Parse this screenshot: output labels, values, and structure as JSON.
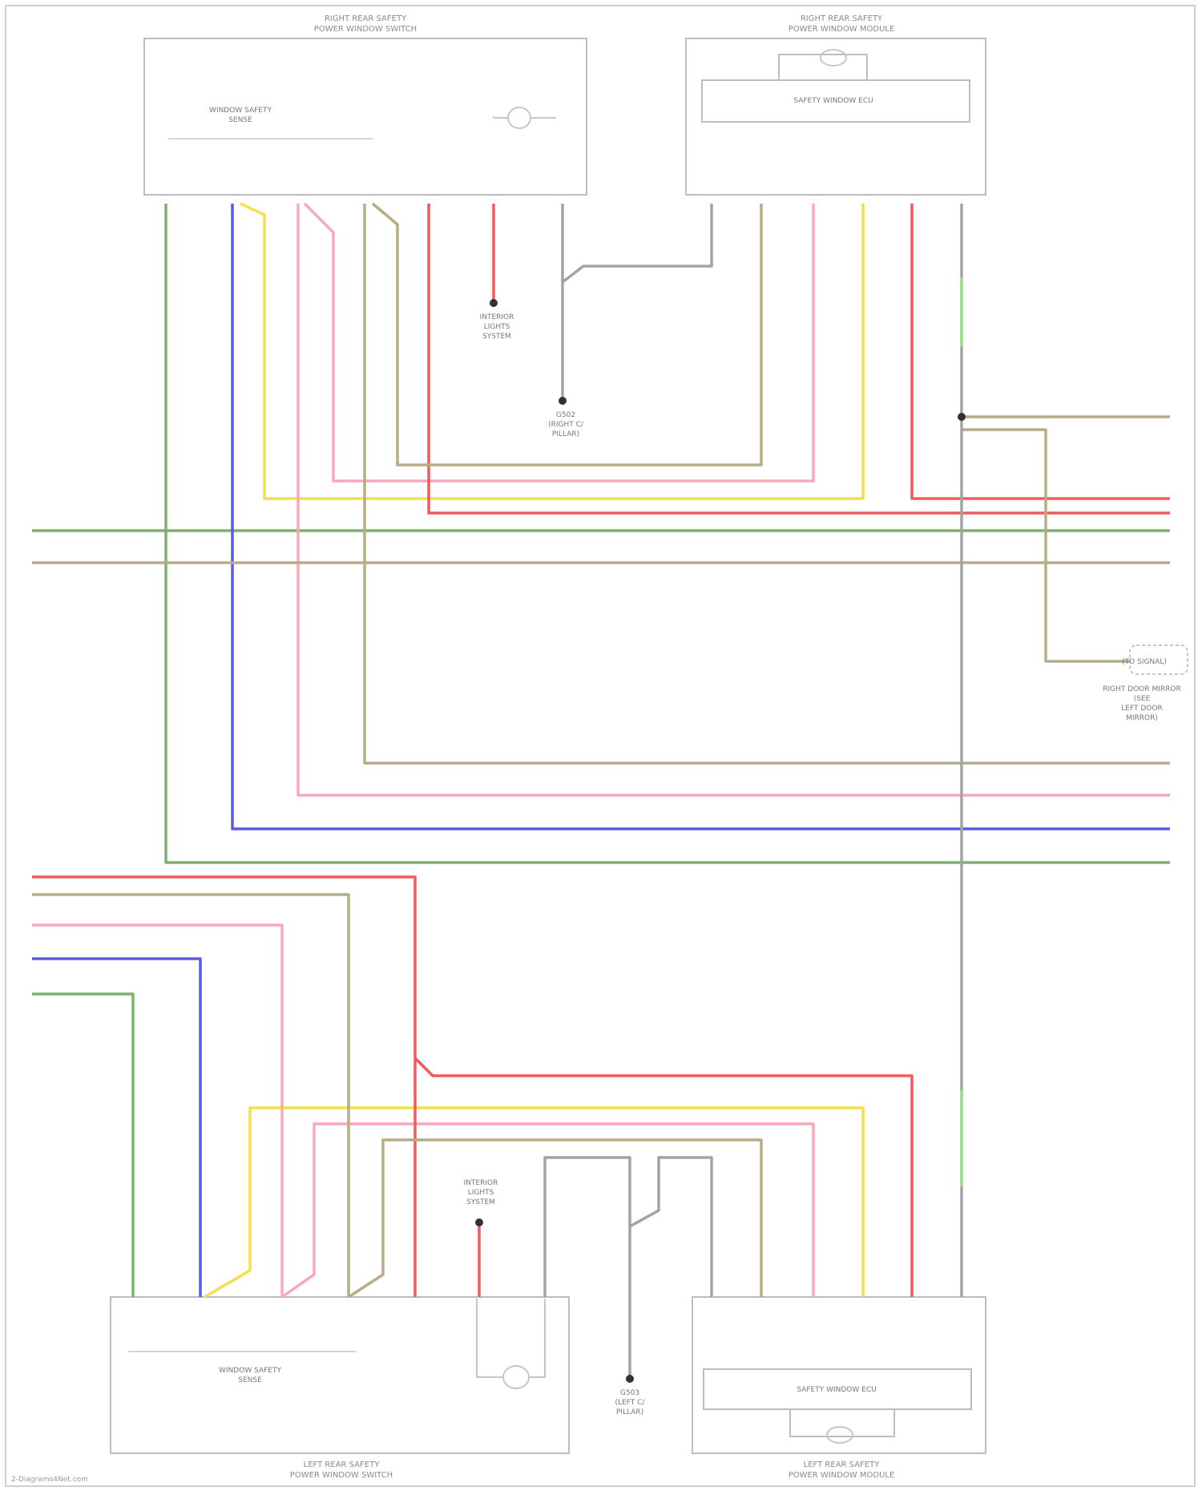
{
  "components": {
    "right_front_switch": {
      "title_line1": "RIGHT REAR SAFETY",
      "title_line2": "POWER WINDOW SWITCH",
      "inner_label_1": "WINDOW SAFETY",
      "inner_label_2": "SENSE"
    },
    "right_rear_module": {
      "title_line1": "RIGHT REAR SAFETY",
      "title_line2": "POWER WINDOW MODULE",
      "inner_label": "SAFETY WINDOW ECU"
    },
    "left_rear_switch": {
      "title_line1": "LEFT REAR SAFETY",
      "title_line2": "POWER WINDOW SWITCH",
      "inner_label_1": "WINDOW SAFETY",
      "inner_label_2": "SENSE"
    },
    "left_rear_module": {
      "title_line1": "LEFT REAR SAFETY",
      "title_line2": "POWER WINDOW MODULE",
      "inner_label": "SAFETY WINDOW ECU"
    }
  },
  "labels": {
    "ground_upper": [
      "G502",
      "(RIGHT C/",
      "PILLAR)"
    ],
    "ground_lower": [
      "G503",
      "(LEFT C/",
      "PILLAR)"
    ],
    "splice_upper": [
      "INTERIOR",
      "LIGHTS",
      "SYSTEM"
    ],
    "splice_lower": [
      "INTERIOR",
      "LIGHTS",
      "SYSTEM"
    ],
    "door_sensor": [
      "RIGHT DOOR MIRROR",
      "(SEE",
      "LEFT DOOR",
      "MIRROR)"
    ],
    "connector_ref": "(TO SIGNAL)",
    "footer": "2-Diagrams4Net.com"
  },
  "wire_colors": {
    "green": "#7cb36b",
    "blue": "#5a5ae6",
    "yellow": "#f2e04a",
    "pink": "#f6aab8",
    "red": "#f05a5a",
    "tan": "#b7ac88",
    "gray": "#a3a3a3",
    "lightgreen": "#9be08a"
  }
}
